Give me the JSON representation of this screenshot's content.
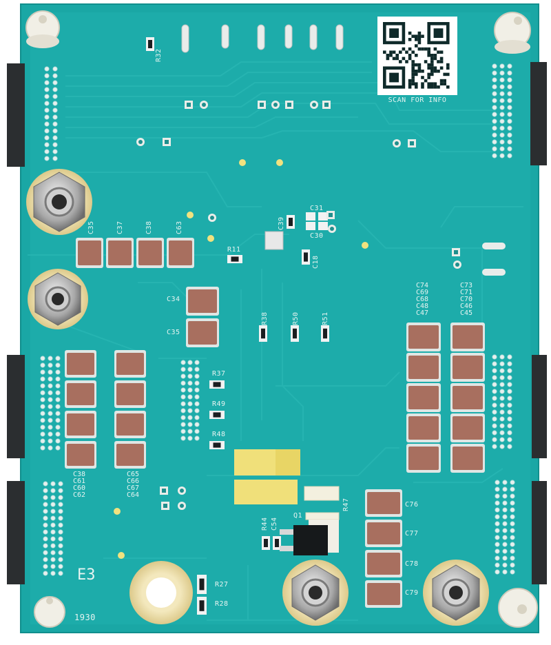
{
  "board": {
    "revision": "E3",
    "date_code": "1930",
    "qr_caption": "SCAN FOR INFO"
  },
  "labels": {
    "r32": "R32",
    "c35a": "C35",
    "c37": "C37",
    "c38a": "C38",
    "c63": "C63",
    "r11": "R11",
    "c39": "C39",
    "c31": "C31",
    "c30": "C30",
    "c18": "C18",
    "c34": "C34",
    "c35b": "C35",
    "r38": "R38",
    "r50": "R50",
    "r51": "R51",
    "r37": "R37",
    "r49": "R49",
    "r48": "R48",
    "r47": "R47",
    "r44": "R44",
    "c54": "C54",
    "q1": "Q1",
    "c76": "C76",
    "c77": "C77",
    "c78": "C78",
    "c79": "C79",
    "r27": "R27",
    "r28": "R28"
  },
  "stacks": {
    "bottom_left_a": [
      "C38",
      "C61",
      "C60",
      "C62"
    ],
    "bottom_left_b": [
      "C65",
      "C66",
      "C67",
      "C64"
    ],
    "right_a": [
      "C74",
      "C69",
      "C68",
      "C48",
      "C47"
    ],
    "right_b": [
      "C73",
      "C71",
      "C70",
      "C46",
      "C45"
    ]
  },
  "colors": {
    "pcb": "#1aa7a5",
    "pcb_edge": "#118f8d",
    "trace": "#24b3b0",
    "capacitor": "#a86f5f",
    "silkscreen": "#e6f4f1",
    "gold_pad": "#efe2b0",
    "connector": "#2b2e30"
  }
}
